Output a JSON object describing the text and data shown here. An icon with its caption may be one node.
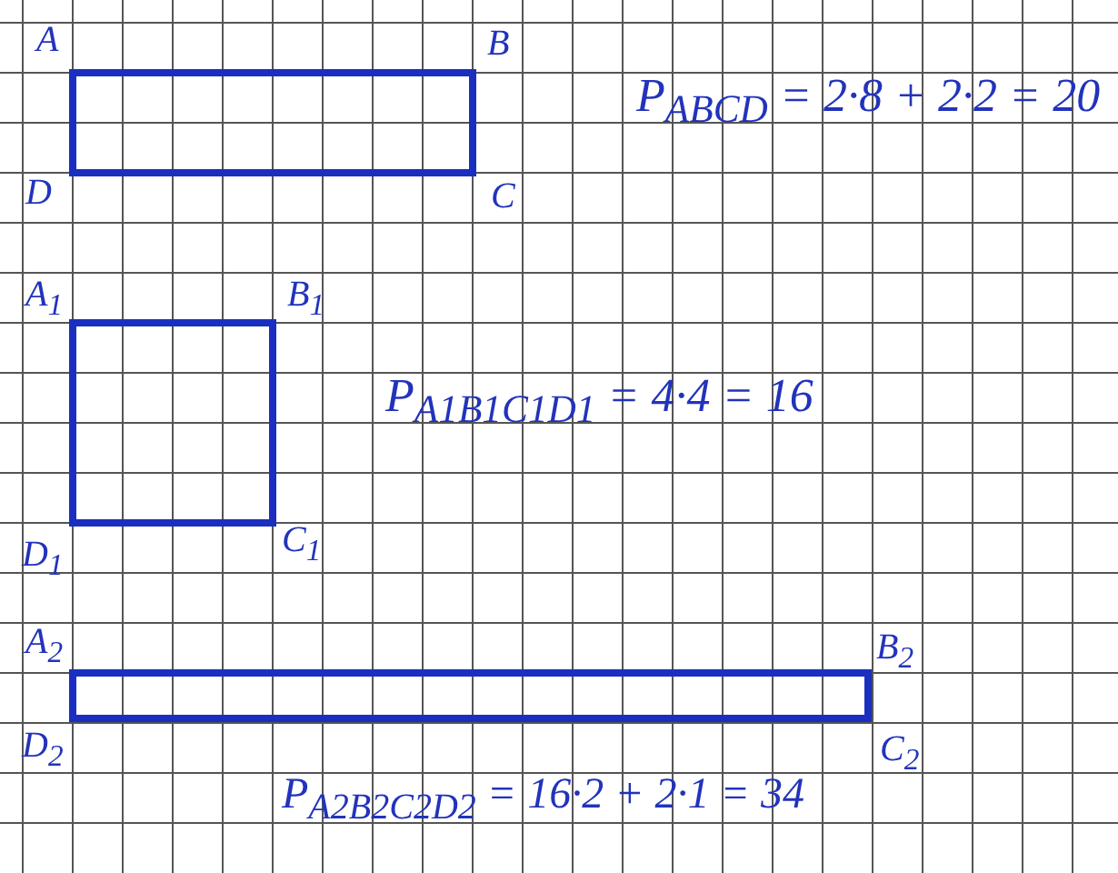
{
  "diagram": {
    "labels": [
      "A",
      "B",
      "P$_{ABCD}$ = 2·8 + 2·2 = 20",
      "D",
      "C",
      "A$_{1}$",
      "B$_{1}$",
      "P$_{A1B1C1D1}$ = 4·4 = 16",
      "D$_{1}$",
      "C$_{1}$",
      "A$_{2}$",
      "B$_{2}$",
      "D$_{2}$",
      "C$_{2}$",
      "P$_{A2B2C2D2}$ = 16·2 + 2·1 = 34"
    ]
  }
}
